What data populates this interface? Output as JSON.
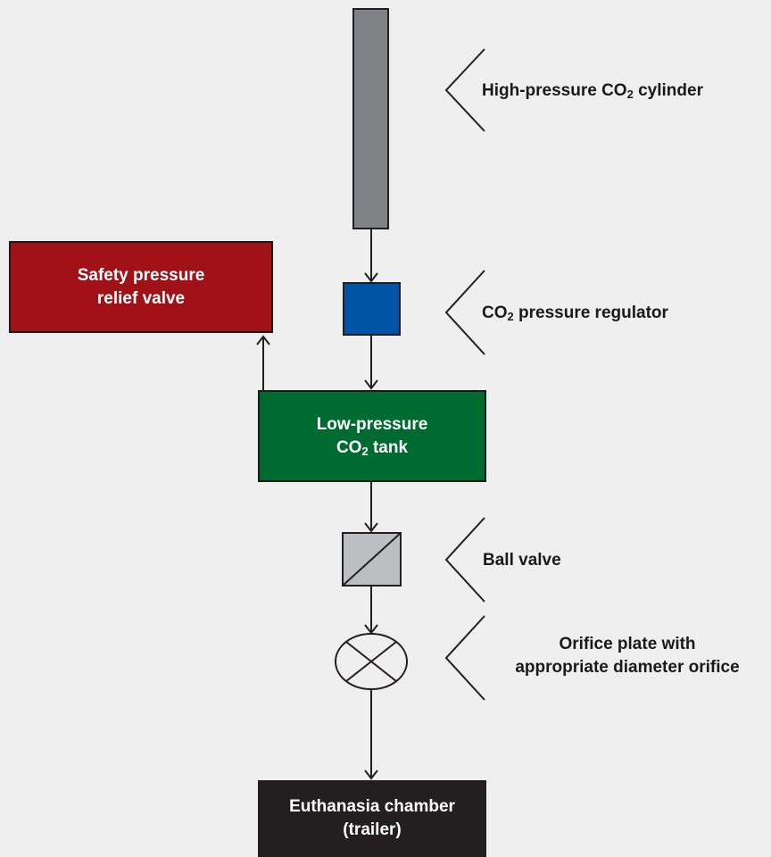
{
  "diagram": {
    "components": {
      "cylinder": {
        "label_prefix": "High-pressure CO",
        "sub": "2",
        "label_suffix": " cylinder",
        "color": "#808285"
      },
      "regulator": {
        "label_prefix": "CO",
        "sub": "2",
        "label_suffix": " pressure regulator",
        "color": "#0054a6"
      },
      "relief_valve": {
        "line1": "Safety pressure",
        "line2": "relief valve",
        "color": "#a11218"
      },
      "tank": {
        "line1": "Low-pressure",
        "line2_prefix": "CO",
        "sub": "2",
        "line2_suffix": " tank",
        "color": "#006b30"
      },
      "ball_valve": {
        "label": "Ball valve",
        "color": "#bcbec0"
      },
      "orifice": {
        "line1": "Orifice plate with",
        "line2": "appropriate diameter orifice"
      },
      "chamber": {
        "line1": "Euthanasia chamber",
        "line2": "(trailer)",
        "color": "#231f20"
      }
    },
    "flow": [
      {
        "from": "cylinder",
        "to": "regulator"
      },
      {
        "from": "regulator",
        "to": "tank"
      },
      {
        "from": "tank",
        "to": "relief_valve"
      },
      {
        "from": "tank",
        "to": "ball_valve"
      },
      {
        "from": "ball_valve",
        "to": "orifice"
      },
      {
        "from": "orifice",
        "to": "chamber"
      }
    ]
  }
}
